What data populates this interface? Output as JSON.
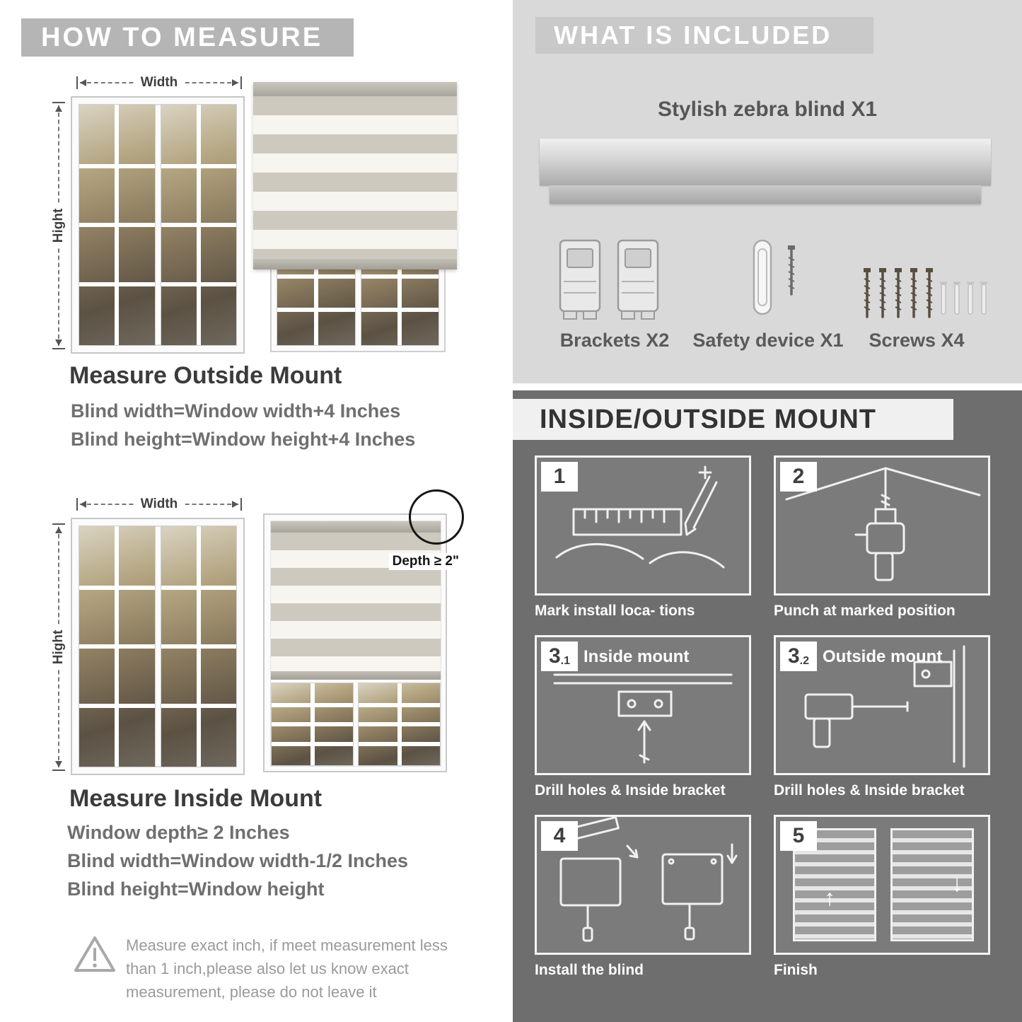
{
  "left": {
    "header": "HOW TO MEASURE",
    "outside": {
      "width_label": "Width",
      "height_label": "Hight",
      "title": "Measure Outside Mount",
      "line1": "Blind width=Window width+4 Inches",
      "line2": "Blind height=Window height+4 Inches"
    },
    "inside": {
      "width_label": "Width",
      "height_label": "Hight",
      "depth_callout": "Depth ≥ 2\"",
      "title": "Measure Inside Mount",
      "line1": "Window depth≥ 2 Inches",
      "line2": "Blind width=Window width-1/2 Inches",
      "line3": "Blind height=Window height"
    },
    "warning": {
      "line1": "Measure exact inch, if meet measurement less",
      "line2": "than 1 inch,please also let us know exact",
      "line3": "measurement, please do not leave it"
    }
  },
  "included": {
    "header": "WHAT IS INCLUDED",
    "blind_label": "Stylish zebra blind X1",
    "items": [
      {
        "label": "Brackets X2"
      },
      {
        "label": "Safety device X1"
      },
      {
        "label": "Screws X4"
      }
    ]
  },
  "mount": {
    "header": "INSIDE/OUTSIDE MOUNT",
    "steps": [
      {
        "num": "1",
        "caption": "Mark install loca- tions"
      },
      {
        "num": "2",
        "caption": "Punch at  marked position"
      },
      {
        "num": "3",
        "sub": ".1",
        "inner": "Inside mount",
        "caption": "Drill holes &  Inside bracket"
      },
      {
        "num": "3",
        "sub": ".2",
        "inner": "Outside mount",
        "caption": "Drill holes &  Inside bracket"
      },
      {
        "num": "4",
        "caption": "Install the blind"
      },
      {
        "num": "5",
        "caption": "Finish"
      }
    ]
  },
  "colors": {
    "banner_gray": "#b5b5b5",
    "section_light": "#d9d9d9",
    "section_dark": "#6e6e6e",
    "stripe_gray": "#cdc9bf",
    "stripe_sheer": "#f7f5f0"
  }
}
